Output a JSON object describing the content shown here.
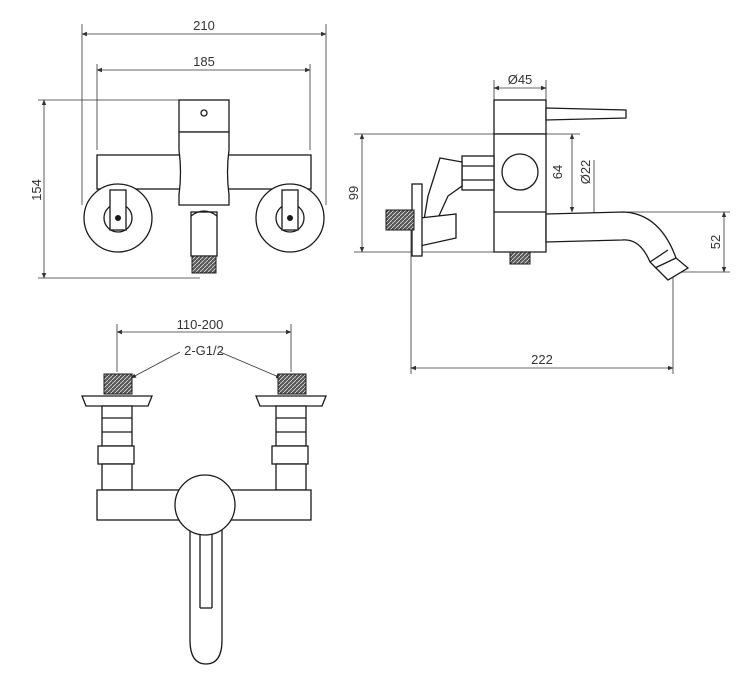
{
  "front_view": {
    "dim_overall_width": "210",
    "dim_body_width": "185",
    "dim_overall_height": "154"
  },
  "side_view": {
    "dim_handle_diameter": "Ø45",
    "dim_height": "99",
    "dim_center_height": "64",
    "dim_pipe_diameter": "Ø22",
    "dim_spout_drop": "52",
    "dim_projection": "222"
  },
  "top_view": {
    "dim_centers": "110-200",
    "dim_thread_label": "2-G1/2"
  }
}
